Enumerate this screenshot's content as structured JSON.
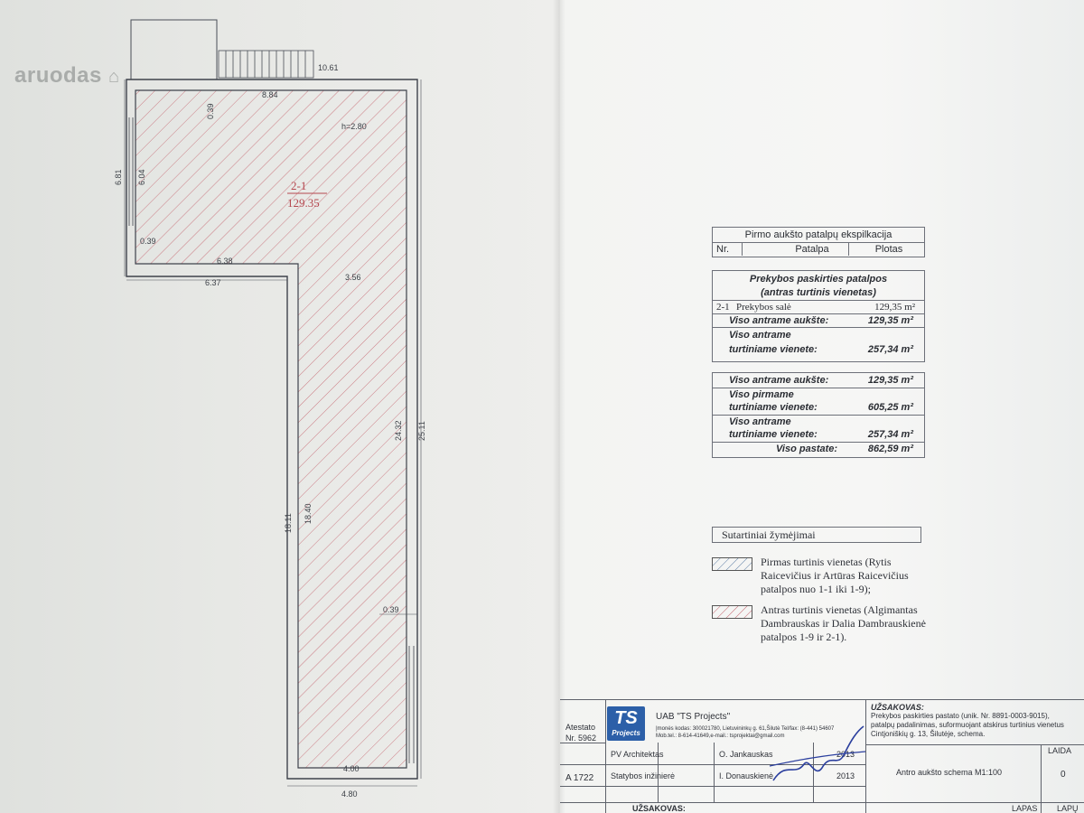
{
  "watermark": "aruodas",
  "plan": {
    "dims": {
      "top_outer": "10.61",
      "top_inner": "8.84",
      "wall_top": "0.39",
      "left_outer": "6.81",
      "left_inner": "6.04",
      "ledge_left": "0.39",
      "step_inner": "6.38",
      "step_outer": "6.37",
      "step_right": "3.56",
      "right_inner": "24.32",
      "right_outer": "25.11",
      "lower_outer": "18.11",
      "lower_inner": "18.40",
      "wall_bottom": "0.39",
      "bottom_inner": "4.00",
      "bottom_outer": "4.80"
    },
    "height_label": "h=2.80",
    "room_id": "2-1",
    "room_area": "129.35"
  },
  "explication": {
    "title": "Pirmo aukšto patalpų ekspilkacija",
    "header": {
      "nr": "Nr.",
      "room": "Patalpa",
      "area": "Plotas"
    },
    "section_title_1": "Prekybos paskirties patalpos",
    "section_title_2": "(antras turtinis vienetas)",
    "rows": [
      {
        "nr": "2-1",
        "room": "Prekybos salė",
        "area": "129,35 m²"
      }
    ],
    "sum1_label": "Viso antrame aukšte:",
    "sum1_value": "129,35 m²",
    "sum2_label_1": "Viso antrame",
    "sum2_label_2": "turtiniame vienete:",
    "sum2_value": "257,34 m²",
    "totals": {
      "a_label": "Viso antrame aukšte:",
      "a_value": "129,35 m²",
      "b_label_1": "Viso pirmame",
      "b_label_2": "turtiniame vienete:",
      "b_value": "605,25 m²",
      "c_label_1": "Viso antrame",
      "c_label_2": "turtiniame vienete:",
      "c_value": "257,34 m²",
      "d_label": "Viso pastate:",
      "d_value": "862,59 m²"
    }
  },
  "legend": {
    "title": "Sutartiniai žymėjimai",
    "item1": [
      "Pirmas turtinis vienetas (Rytis",
      "Raicevičius ir Artūras Raicevičius",
      "patalpos nuo 1-1 iki 1-9);"
    ],
    "item2": [
      "Antras turtinis vienetas (Algimantas",
      "Dambrauskas ir Dalia Dambrauskienė",
      "patalpos 1-9 ir 2-1)."
    ],
    "colors": {
      "blue": "#5f7fa6",
      "red": "#c4606b"
    }
  },
  "stamp": {
    "atestato": "Atestato",
    "atestato_nr": "Nr. 5962",
    "a_code": "A 1722",
    "logo_ts": "TS",
    "logo_projects": "Projects",
    "company": "UAB \"TS Projects\"",
    "company_line1": "Įmonės kodas: 300021780, Lietuvininkų g. 61,Šilutė Tel/fax: (8-441) 54607",
    "company_line2": "Mob.tel.: 8-614-41649,e-mail.: tsprojektai@gmail.com",
    "role1": "PV Architektas",
    "name1": "O. Jankauskas",
    "year1": "2013",
    "role2": "Statybos inžinierė",
    "name2": "I. Donauskienė",
    "year2": "2013",
    "customer_label": "UŽSAKOVAS:",
    "customer_line1": "Prekybos paskirties pastato (unik. Nr. 8891-0003-9015),",
    "customer_line2": "patalpų padalinimas, suformuojant atskirus turtinius vienetus",
    "customer_line3": "Cintjoniškių g. 13, Šilutėje, schema.",
    "sheet_title": "Antro aukšto schema  M1:100",
    "laida_label": "LAIDA",
    "laida_value": "0",
    "lapas_label": "LAPAS",
    "lapu_label": "LAPŲ",
    "bottom_label": "UŽSAKOVAS:"
  }
}
